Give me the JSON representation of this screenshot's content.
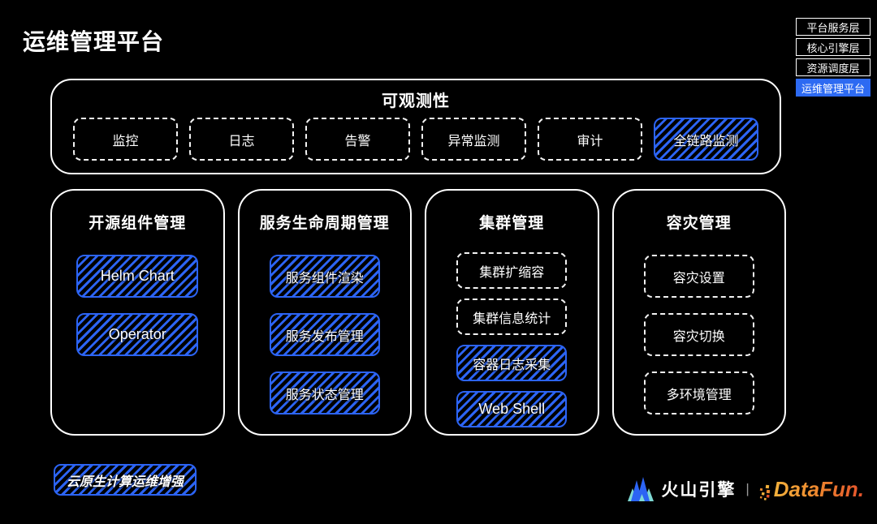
{
  "slide": {
    "title": "运维管理平台"
  },
  "layer_nav": {
    "items": [
      {
        "label": "平台服务层",
        "active": false
      },
      {
        "label": "核心引擎层",
        "active": false
      },
      {
        "label": "资源调度层",
        "active": false
      },
      {
        "label": "运维管理平台",
        "active": true
      }
    ]
  },
  "observability": {
    "title": "可观测性",
    "items": [
      {
        "label": "监控",
        "highlighted": false
      },
      {
        "label": "日志",
        "highlighted": false
      },
      {
        "label": "告警",
        "highlighted": false
      },
      {
        "label": "异常监测",
        "highlighted": false
      },
      {
        "label": "审计",
        "highlighted": false
      },
      {
        "label": "全链路监测",
        "highlighted": true
      }
    ]
  },
  "columns": [
    {
      "title": "开源组件管理",
      "items": [
        {
          "label": "Helm Chart",
          "highlighted": true
        },
        {
          "label": "Operator",
          "highlighted": true
        }
      ]
    },
    {
      "title": "服务生命周期管理",
      "items": [
        {
          "label": "服务组件渲染",
          "highlighted": true
        },
        {
          "label": "服务发布管理",
          "highlighted": true
        },
        {
          "label": "服务状态管理",
          "highlighted": true
        }
      ]
    },
    {
      "title": "集群管理",
      "items": [
        {
          "label": "集群扩缩容",
          "highlighted": false
        },
        {
          "label": "集群信息统计",
          "highlighted": false
        },
        {
          "label": "容器日志采集",
          "highlighted": true
        },
        {
          "label": "Web Shell",
          "highlighted": true
        }
      ]
    },
    {
      "title": "容灾管理",
      "items": [
        {
          "label": "容灾设置",
          "highlighted": false
        },
        {
          "label": "容灾切换",
          "highlighted": false
        },
        {
          "label": "多环境管理",
          "highlighted": false
        }
      ]
    }
  ],
  "badge": {
    "label": "云原生计算运维增强"
  },
  "footer": {
    "volcengine": "火山引擎",
    "separator": "|",
    "datafun": "DataFun."
  },
  "colors": {
    "background": "#000000",
    "text": "#FFFFFF",
    "accent_blue": "#2C64F4",
    "legend_active_blue": "#2D6AF2",
    "mountain_aqua": "#7FD9D4",
    "datafun_gradient_start": "#F3B13C",
    "datafun_gradient_end": "#E4512B"
  }
}
